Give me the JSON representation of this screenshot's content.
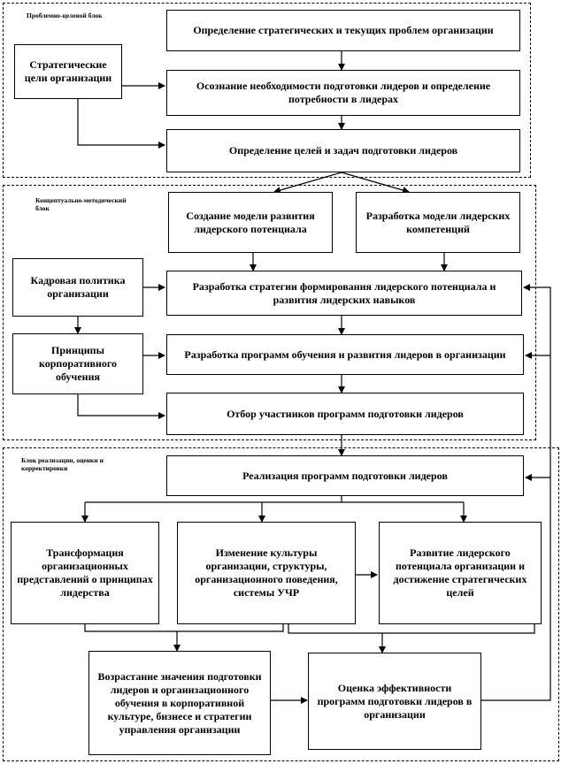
{
  "stages": {
    "stage1_label": "Проблемно-целевой блок",
    "stage2_label": "Концептуально-методический блок",
    "stage3_label": "Блок реализации, оценки и корректировки"
  },
  "boxes": {
    "b_identify": "Определение стратегических и текущих проблем организации",
    "b_strategic_goals": "Стратегические цели организации",
    "b_need": "Осознание необходимости подготовки лидеров и определение потребности в лидерах",
    "b_goals": "Определение целей и задач подготовки лидеров",
    "b_model": "Создание модели развития лидерского потенциала",
    "b_competency": "Разработка модели лидерских компетенций",
    "b_hr_policy": "Кадровая политика организации",
    "b_strategy": "Разработка стратегии формирования лидерского потенциала и развития лидерских навыков",
    "b_principles": "Принципы корпоративного обучения",
    "b_program": "Разработка программ обучения и развития лидеров в организации",
    "b_participants": "Отбор участников программ подготовки лидеров",
    "b_implement": "Реализация программ подготовки лидеров",
    "b_transform": "Трансформация организационных представлений о принципах лидерства",
    "b_culture": "Изменение культуры организации, структуры, организационного поведения, системы УЧР",
    "b_potential": "Развитие лидерского потенциала организации и достижение стратегических целей",
    "b_commitment": "Возрастание значения подготовки лидеров и организационного обучения в корпоративной культуре, бизнесе и стратегии управления организации",
    "b_evaluate": "Оценка эффективности программ подготовки лидеров в организации"
  }
}
